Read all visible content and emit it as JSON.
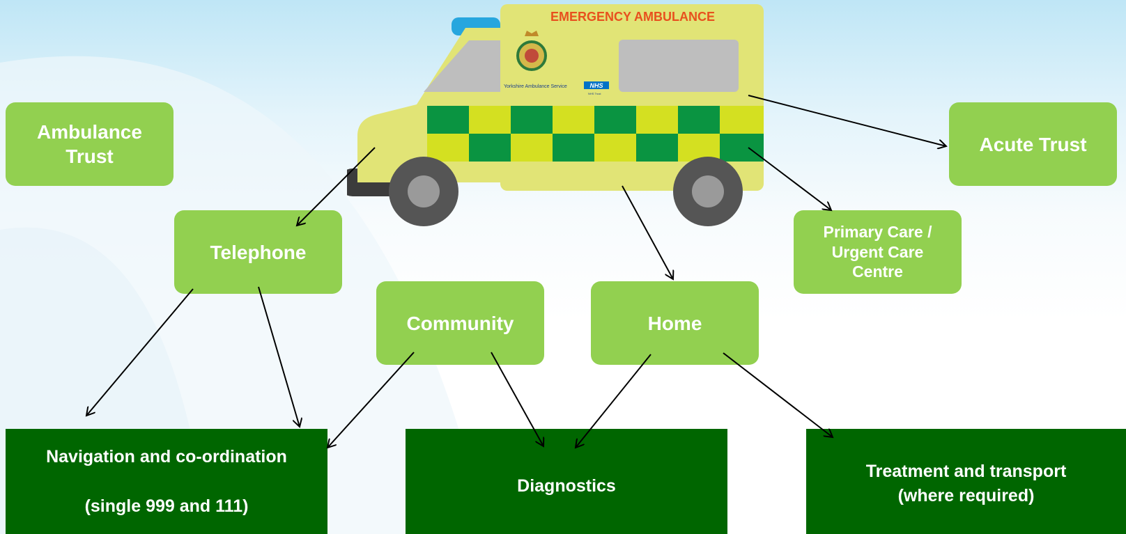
{
  "ambulance": {
    "banner": "EMERGENCY AMBULANCE",
    "service_name": "Yorkshire Ambulance Service",
    "nhs_logo": "NHS",
    "trust_label": "NHS Trust"
  },
  "nodes": {
    "ambulance_trust": "Ambulance Trust",
    "acute_trust": "Acute Trust",
    "telephone": "Telephone",
    "primary_care": "Primary Care / Urgent Care Centre",
    "community": "Community",
    "home": "Home"
  },
  "outcomes": {
    "navigation_line1": "Navigation and co-ordination",
    "navigation_line2": "(single 999 and 111)",
    "diagnostics": "Diagnostics",
    "treatment_line1": "Treatment  and transport",
    "treatment_line2": "(where required)"
  },
  "colors": {
    "light_box": "#92d050",
    "dark_box": "#006600",
    "ambulance_body": "#e1e476",
    "battenburg_green": "#0a9441",
    "battenburg_yellow": "#d4e021",
    "banner_text": "#e8501e"
  }
}
